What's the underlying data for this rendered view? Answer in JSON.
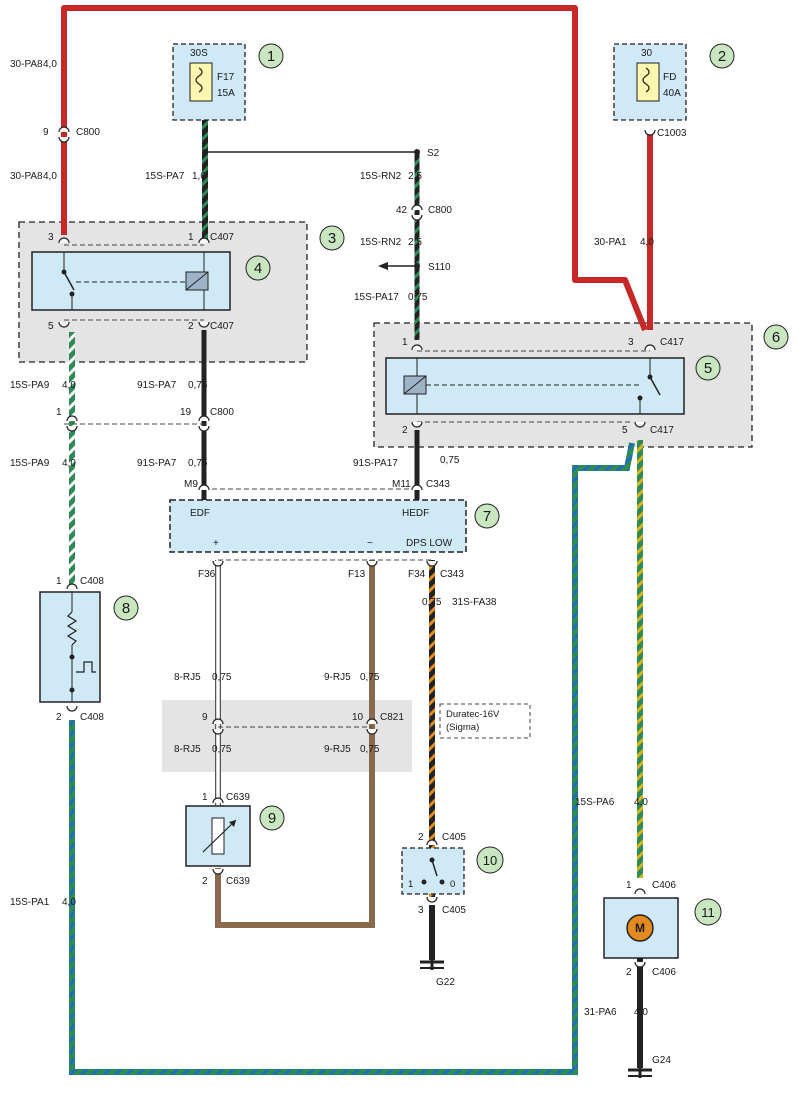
{
  "colors": {
    "red_wire": "#c62828",
    "green_wire": "#2e8b57",
    "blue_stripe": "#1e6fb8",
    "yellow_stripe": "#d7b51a",
    "brown_wire": "#8a6a4e",
    "orange_stripe": "#e58a1f",
    "black_wire": "#222222",
    "component_fill": "#cfe9f6",
    "module_fill": "#e4e4e4",
    "badge_fill": "#c8e6c0",
    "fuse_fill": "#fff7b0"
  },
  "badges": [
    "1",
    "2",
    "3",
    "4",
    "5",
    "6",
    "7",
    "8",
    "9",
    "10",
    "11"
  ],
  "fuses": {
    "f17": {
      "supply": "30S",
      "name": "F17",
      "rating": "15A"
    },
    "fd": {
      "supply": "30",
      "name": "FD",
      "rating": "40A"
    }
  },
  "wire_labels": {
    "pa8_top": "30-PA8",
    "pa8_top_size": "4,0",
    "c800_9": "9",
    "c800_9_name": "C800",
    "pa8_mid": "30-PA8",
    "pa8_mid_size": "4,0",
    "pa7_top": "15S-PA7",
    "pa7_top_size": "1,0",
    "s2": "S2",
    "rn2_a": "15S-RN2",
    "rn2_a_size": "2,5",
    "c800_42": "42",
    "c800_42_name": "C800",
    "rn2_b": "15S-RN2",
    "rn2_b_size": "2,5",
    "s110": "S110",
    "pa17": "15S-PA17",
    "pa17_size": "0,75",
    "c1003": "C1003",
    "pa1": "30-PA1",
    "pa1_size": "4,0",
    "c407_pin3": "3",
    "c407_pin1": "1",
    "c407_top": "C407",
    "c407_pin5": "5",
    "c407_pin2": "2",
    "c407_bot": "C407",
    "c417_pin1": "1",
    "c417_pin3": "3",
    "c417_top": "C417",
    "c417_pin2": "2",
    "c417_pin5": "5",
    "c417_bot": "C417",
    "pa9_a": "15S-PA9",
    "pa9_a_size": "4,0",
    "pa7_a": "91S-PA7",
    "pa7_a_size": "0,75",
    "c800_1": "1",
    "c800_19": "19",
    "c800_b": "C800",
    "pa9_b": "15S-PA9",
    "pa9_b_size": "4,0",
    "pa7_b": "91S-PA7",
    "pa7_b_size": "0,75",
    "pa17_b": "91S-PA17",
    "pa17_b_size": "0,75",
    "m9": "M9",
    "m11": "M11",
    "c343_top": "C343",
    "edf": "EDF",
    "hedf": "HEDF",
    "plus": "+",
    "minus": "−",
    "dps_low": "DPS LOW",
    "f36": "F36",
    "f13": "F13",
    "f34": "F34",
    "c343_bot": "C343",
    "fa38_size": "0,75",
    "fa38": "31S-FA38",
    "c408_1": "1",
    "c408_top": "C408",
    "c408_2": "2",
    "c408_bot": "C408",
    "rj5_8a": "8-RJ5",
    "rj5_8a_size": "0,75",
    "rj5_9a": "9-RJ5",
    "rj5_9a_size": "0,75",
    "c821_9": "9",
    "c821_10": "10",
    "c821": "C821",
    "rj5_8b": "8-RJ5",
    "rj5_8b_size": "0,75",
    "rj5_9b": "9-RJ5",
    "rj5_9b_size": "0,75",
    "engine_note_1": "Duratec-16V",
    "engine_note_2": "(Sigma)",
    "c639_1": "1",
    "c639_top": "C639",
    "c639_2": "2",
    "c639_bot": "C639",
    "c405_2": "2",
    "c405_top": "C405",
    "c405_3": "3",
    "c405_bot": "C405",
    "sw_1": "1",
    "sw_0": "0",
    "g22": "G22",
    "pa6_a": "15S-PA6",
    "pa6_a_size": "4,0",
    "c406_1": "1",
    "c406_top": "C406",
    "c406_2": "2",
    "c406_bot": "C406",
    "motor": "M",
    "pa6_b": "31-PA6",
    "pa6_b_size": "4,0",
    "g24": "G24",
    "pa1_b": "15S-PA1",
    "pa1_b_size": "4,0"
  }
}
